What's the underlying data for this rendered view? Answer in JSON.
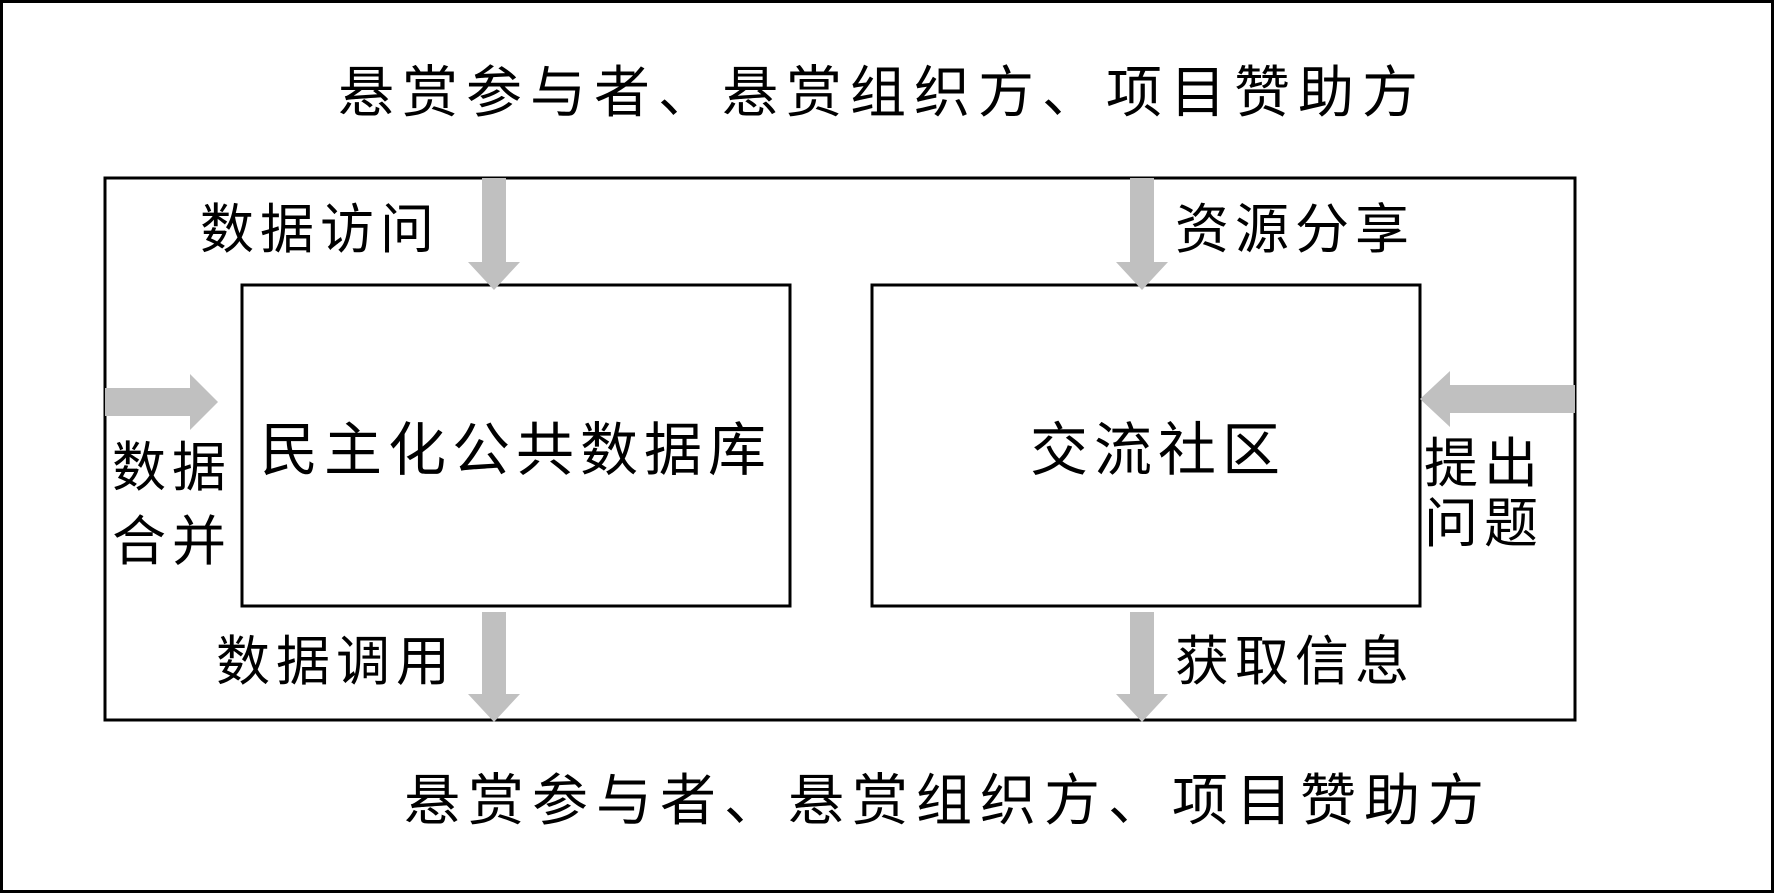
{
  "diagram": {
    "top_label": "悬赏参与者、悬赏组织方、项目赞助方",
    "bottom_label": "悬赏参与者、悬赏组织方、项目赞助方",
    "left_box": {
      "title": "民主化公共数据库"
    },
    "right_box": {
      "title": "交流社区"
    },
    "flows": {
      "data_access": "数据访问",
      "resource_sharing": "资源分享",
      "data_merge_line1": "数据",
      "data_merge_line2": "合并",
      "raise_question_line1": "提出",
      "raise_question_line2": "问题",
      "data_call": "数据调用",
      "get_info": "获取信息"
    },
    "colors": {
      "arrow": "#c0c0c0",
      "stroke": "#000000",
      "background": "#ffffff"
    }
  }
}
